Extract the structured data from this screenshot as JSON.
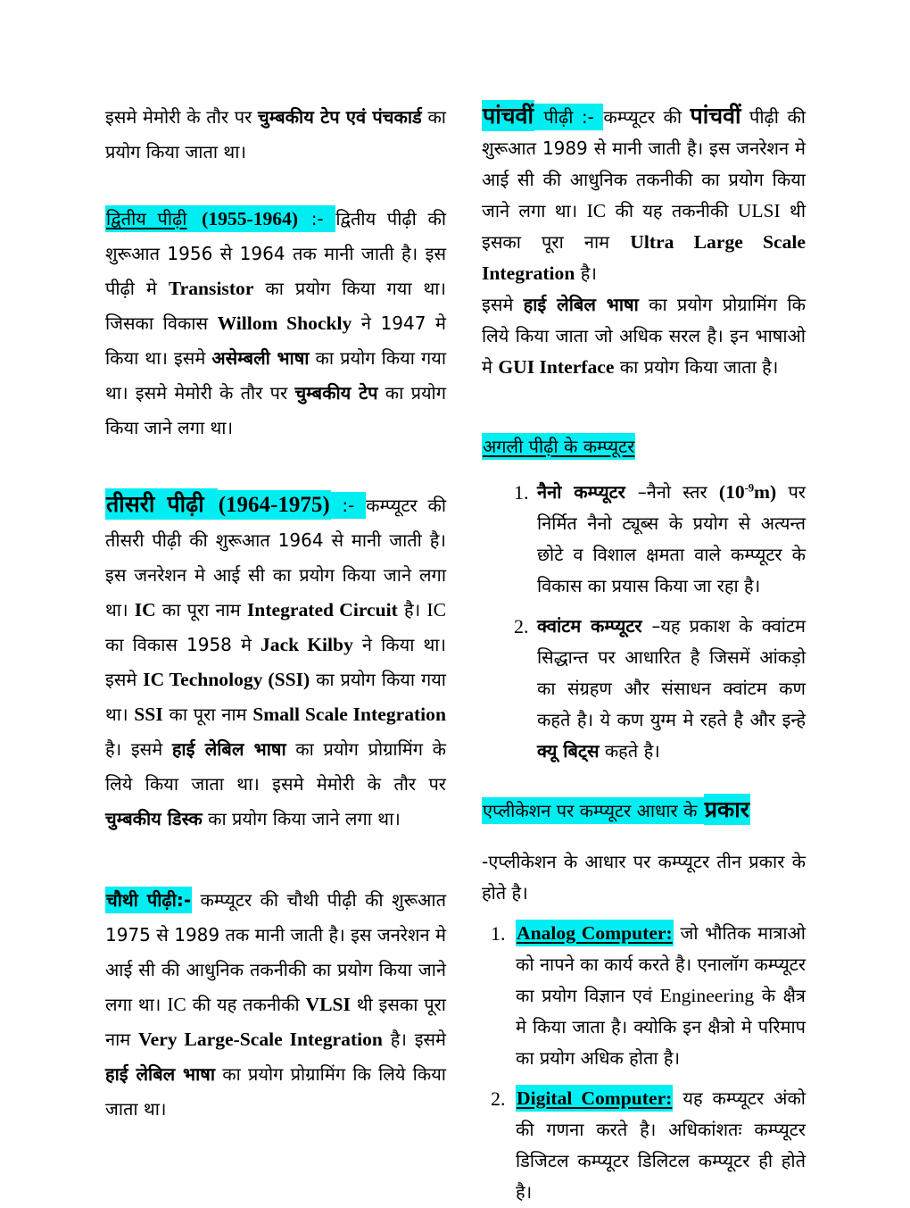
{
  "page": {
    "background_color": "#ffffff",
    "text_color": "#000000",
    "highlight_color": "#00eef2"
  },
  "left_column": {
    "intro": [
      {
        "t": "इसमे मेमोरी के तौर पर "
      },
      {
        "t": "चुम्बकीय टेप एवं पंचकार्ड",
        "b": true
      },
      {
        "t": " का प्रयोग किया जाता था।"
      }
    ],
    "second_gen": [
      {
        "t": "द्वितीय पीढ़ी",
        "hl": true,
        "u": true
      },
      {
        "t": " ",
        "hl": true
      },
      {
        "t": "(1955-1964)",
        "hl": true,
        "b": true,
        "serif": true
      },
      {
        "t": " :- ",
        "hl": true
      },
      {
        "t": " द्वितीय पीढ़ी की शुरूआत 1956 से 1964 तक मानी जाती है। इस पीढ़ी मे "
      },
      {
        "t": "Transistor",
        "b": true,
        "serif": true
      },
      {
        "t": " का प्रयोग किया गया था। जिसका विकास "
      },
      {
        "t": "Willom Shockly",
        "b": true,
        "serif": true
      },
      {
        "t": " ने 1947 मे किया था। इसमे "
      },
      {
        "t": "असेम्बली भाषा",
        "b": true
      },
      {
        "t": " का प्रयोग किया गया था।  इसमे मेमोरी के तौर पर "
      },
      {
        "t": "चुम्बकीय टेप",
        "b": true
      },
      {
        "t": " का प्रयोग किया जाने लगा था।"
      }
    ],
    "third_gen": [
      {
        "t": "तीसरी पीढ़ी ",
        "hl": true,
        "b": true,
        "lg": true
      },
      {
        "t": "(1964-1975)",
        "hl": true,
        "b": true,
        "serif": true,
        "lg": true
      },
      {
        "t": " :- ",
        "hl": true
      },
      {
        "t": " कम्प्यूटर की तीसरी पीढ़ी की शुरूआत 1964 से मानी जाती है। इस जनरेशन मे आई सी का प्रयोग किया जाने लगा था। "
      },
      {
        "t": "IC",
        "b": true,
        "serif": true
      },
      {
        "t": " का पूरा नाम "
      },
      {
        "t": "Integrated Circuit",
        "b": true,
        "serif": true
      },
      {
        "t": " है। "
      },
      {
        "t": "IC",
        "serif": true
      },
      {
        "t": " का विकास 1958 मे "
      },
      {
        "t": "Jack Kilby",
        "b": true,
        "serif": true
      },
      {
        "t": " ने किया था। इसमे "
      },
      {
        "t": "IC Technology (SSI)",
        "b": true,
        "serif": true
      },
      {
        "t": " का प्रयोग किया गया था। "
      },
      {
        "t": "SSI",
        "b": true,
        "serif": true
      },
      {
        "t": " का पूरा नाम "
      },
      {
        "t": "Small Scale Integration",
        "b": true,
        "serif": true
      },
      {
        "t": " है। इसमे "
      },
      {
        "t": "हाई लेबिल भाषा",
        "b": true
      },
      {
        "t": " का प्रयोग प्रोग्रामिंग के लिये किया जाता था। इसमे मेमोरी के तौर पर "
      },
      {
        "t": "चुम्बकीय डिस्क",
        "b": true
      },
      {
        "t": " का प्रयोग किया जाने लगा था।"
      }
    ],
    "fourth_gen": [
      {
        "t": "चौथी पीढ़ी:-",
        "hl": true,
        "b": true
      },
      {
        "t": " कम्प्यूटर की चौथी पीढ़ी की शुरूआत 1975 से 1989 तक मानी जाती है। इस जनरेशन मे आई सी की आधुनिक तकनीकी का प्रयोग किया जाने लगा था। "
      },
      {
        "t": "IC",
        "serif": true
      },
      {
        "t": " की यह तकनीकी "
      },
      {
        "t": "VLSI",
        "b": true,
        "serif": true
      },
      {
        "t": " थी इसका पूरा नाम "
      },
      {
        "t": "Very Large-Scale Integration",
        "b": true,
        "serif": true
      },
      {
        "t": " है। इसमे "
      },
      {
        "t": "हाई लेबिल भाषा",
        "b": true
      },
      {
        "t": " का प्रयोग प्रोग्रामिंग कि लिये किया जाता था।"
      }
    ]
  },
  "right_column": {
    "fifth_gen": [
      {
        "t": "पांचवीं",
        "hl": true,
        "b": true,
        "lg": true
      },
      {
        "t": " पीढ़ी :- ",
        "hl": true
      },
      {
        "t": " कम्प्यूटर की "
      },
      {
        "t": "पांचवीं",
        "b": true,
        "lg": true
      },
      {
        "t": " पीढ़ी की शुरूआत 1989 से मानी जाती है। इस जनरेशन मे आई सी की आधुनिक तकनीकी का प्रयोग किया जाने लगा था। "
      },
      {
        "t": "IC",
        "serif": true
      },
      {
        "t": " की यह तकनीकी "
      },
      {
        "t": "ULSI",
        "serif": true
      },
      {
        "t": " थी इसका पूरा नाम "
      },
      {
        "t": "Ultra Large Scale Integration",
        "b": true,
        "serif": true
      },
      {
        "t": " है।"
      }
    ],
    "fifth_gen_para2": [
      {
        "t": "इसमे "
      },
      {
        "t": "हाई लेबिल भाषा",
        "b": true
      },
      {
        "t": " का प्रयोग प्रोग्रामिंग कि लिये किया जाता जो अधिक सरल है। इन भाषाओ मे "
      },
      {
        "t": "GUI Interface",
        "b": true,
        "serif": true
      },
      {
        "t": " का प्रयोग किया जाता है।"
      }
    ],
    "next_gen_heading": [
      {
        "t": "अगली पीढ़ी के कम्प्यूटर",
        "hl": true,
        "u": true
      }
    ],
    "next_gen_items": [
      {
        "num": "1.",
        "segments": [
          {
            "t": "नैनो कम्प्यूटर ",
            "b": true
          },
          {
            "t": "–नैनो स्तर "
          },
          {
            "t": "(10",
            "b": true,
            "serif": true
          },
          {
            "t": "-9",
            "b": true,
            "serif": true,
            "sup": true
          },
          {
            "t": "m)",
            "b": true,
            "serif": true
          },
          {
            "t": " पर निर्मित नैनो ट्यूब्स के प्रयोग से अत्यन्त छोटे व विशाल क्षमता वाले कम्प्यूटर के विकास का प्रयास किया जा रहा है।"
          }
        ]
      },
      {
        "num": "2.",
        "segments": [
          {
            "t": "क्वांटम कम्प्यूटर ",
            "b": true
          },
          {
            "t": "–यह प्रकाश के क्वांटम सिद्धान्त पर आधारित है जिसमें आंकड़ो का संग्रहण और संसाधन क्वांटम कण कहते है। ये कण युग्म मे रहते है और इन्हे "
          },
          {
            "t": "क्यू बिट्स",
            "b": true
          },
          {
            "t": " कहते है।"
          }
        ]
      }
    ],
    "app_types_heading": [
      {
        "t": "एप्लीकेशन पर कम्प्यूटर आधार के ",
        "hl": true
      },
      {
        "t": "प्रकार",
        "hl": true,
        "b": true,
        "lg": true
      }
    ],
    "app_types_intro": [
      {
        "t": "-एप्लीकेशन के आधार पर कम्प्यूटर तीन प्रकार के होते है।"
      }
    ],
    "app_type_items": [
      {
        "num": "1.",
        "segments": [
          {
            "t": "Analog Computer:",
            "hl": true,
            "b": true,
            "serif": true,
            "u": true
          },
          {
            "t": " जो भौतिक मात्राओ को नापने का कार्य करते है। एनालॉग कम्प्यूटर का प्रयोग विज्ञान एवं "
          },
          {
            "t": "Engineering",
            "serif": true
          },
          {
            "t": " के क्षैत्र मे किया जाता है। क्योकि इन क्षैत्रो मे परिमाप का प्रयोग अधिक होता है।"
          }
        ]
      },
      {
        "num": "2.",
        "segments": [
          {
            "t": "Digital Computer:",
            "hl": true,
            "b": true,
            "serif": true,
            "u": true
          },
          {
            "t": " यह कम्प्यूटर अंको की गणना करते है। अधिकांशतः कम्प्यूटर डिजिटल कम्प्यूटर डिलिटल कम्प्यूटर ही होते है।"
          }
        ]
      }
    ]
  }
}
